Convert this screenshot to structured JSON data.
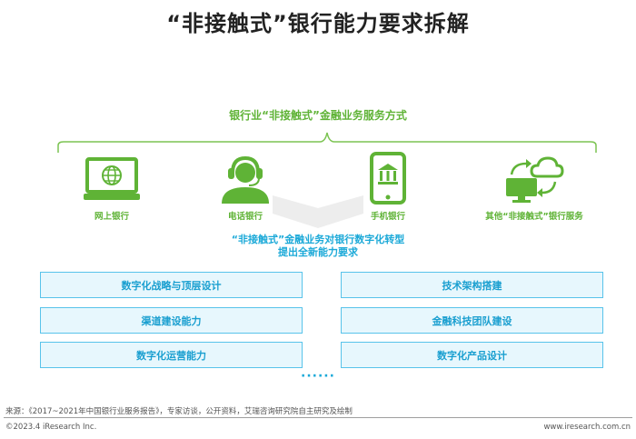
{
  "title": "“非接触式”银行能力要求拆解",
  "subtitle": "银行业“非接触式”金融业务服务方式",
  "channels": [
    {
      "label": "网上银行",
      "icon": "laptop-globe-icon"
    },
    {
      "label": "电话银行",
      "icon": "headset-agent-icon"
    },
    {
      "label": "手机银行",
      "icon": "mobile-bank-icon"
    },
    {
      "label": "其他“非接触式”银行服务",
      "icon": "cloud-computer-icon"
    }
  ],
  "center": {
    "line1": "“非接触式”金融业务对银行数字化转型",
    "line2": "提出全新能力要求"
  },
  "left_boxes": [
    "数字化战略与顶层设计",
    "渠道建设能力",
    "数字化运营能力"
  ],
  "right_boxes": [
    "技术架构搭建",
    "金融科技团队建设",
    "数字化产品设计"
  ],
  "more": "······",
  "footer": {
    "source": "来源：《2017~2021年中国银行业服务报告》，专家访谈，公开资料，艾瑞咨询研究院自主研究及绘制",
    "copyright": "©2023.4 iResearch Inc.",
    "website": "www.iresearch.com.cn"
  },
  "colors": {
    "green": "#5fb336",
    "blue": "#1ba9d8",
    "box_fill": "#e7f7fd",
    "box_border": "#58c3ea"
  }
}
